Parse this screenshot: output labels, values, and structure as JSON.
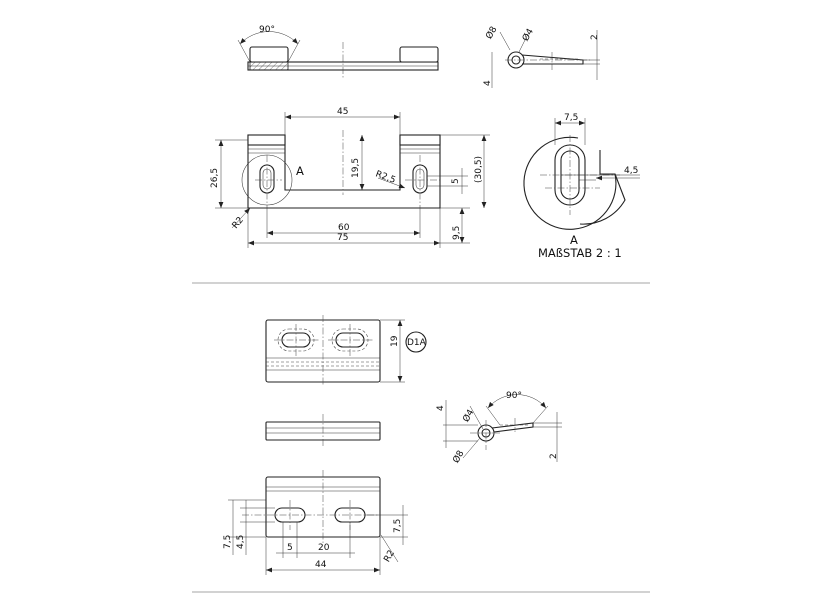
{
  "upper_views": {
    "top_view": {
      "angle_label": "90°"
    },
    "side_view": {
      "dia_outer": "Ø8",
      "dia_inner": "Ø4",
      "thickness": "2",
      "height": "4"
    },
    "front_view": {
      "dim_45": "45",
      "dim_26_5": "26,5",
      "dim_19_5": "19,5",
      "label_A": "A",
      "radius_2_5": "R2,5",
      "dim_5": "5",
      "dim_30_5": "(30,5)",
      "radius_2": "R2",
      "dim_60": "60",
      "dim_75": "75",
      "dim_9_5": "9,5"
    },
    "detail_view": {
      "dim_7_5": "7,5",
      "dim_4_5": "4,5",
      "label": "A",
      "scale": "MAßSTAB 2 : 1"
    }
  },
  "lower_views": {
    "plan_view": {
      "dim_19": "19",
      "material_code": "D1A"
    },
    "side_view": {
      "angle_label": "90°",
      "height": "4",
      "dia_inner": "Ø4",
      "dia_outer": "Ø8",
      "thickness": "2"
    },
    "front_view": {
      "dim_7_5_left": "7,5",
      "dim_4_5": "4,5",
      "dim_5": "5",
      "dim_20": "20",
      "dim_7_5_right": "7,5",
      "radius_2": "R2",
      "dim_44": "44"
    }
  }
}
